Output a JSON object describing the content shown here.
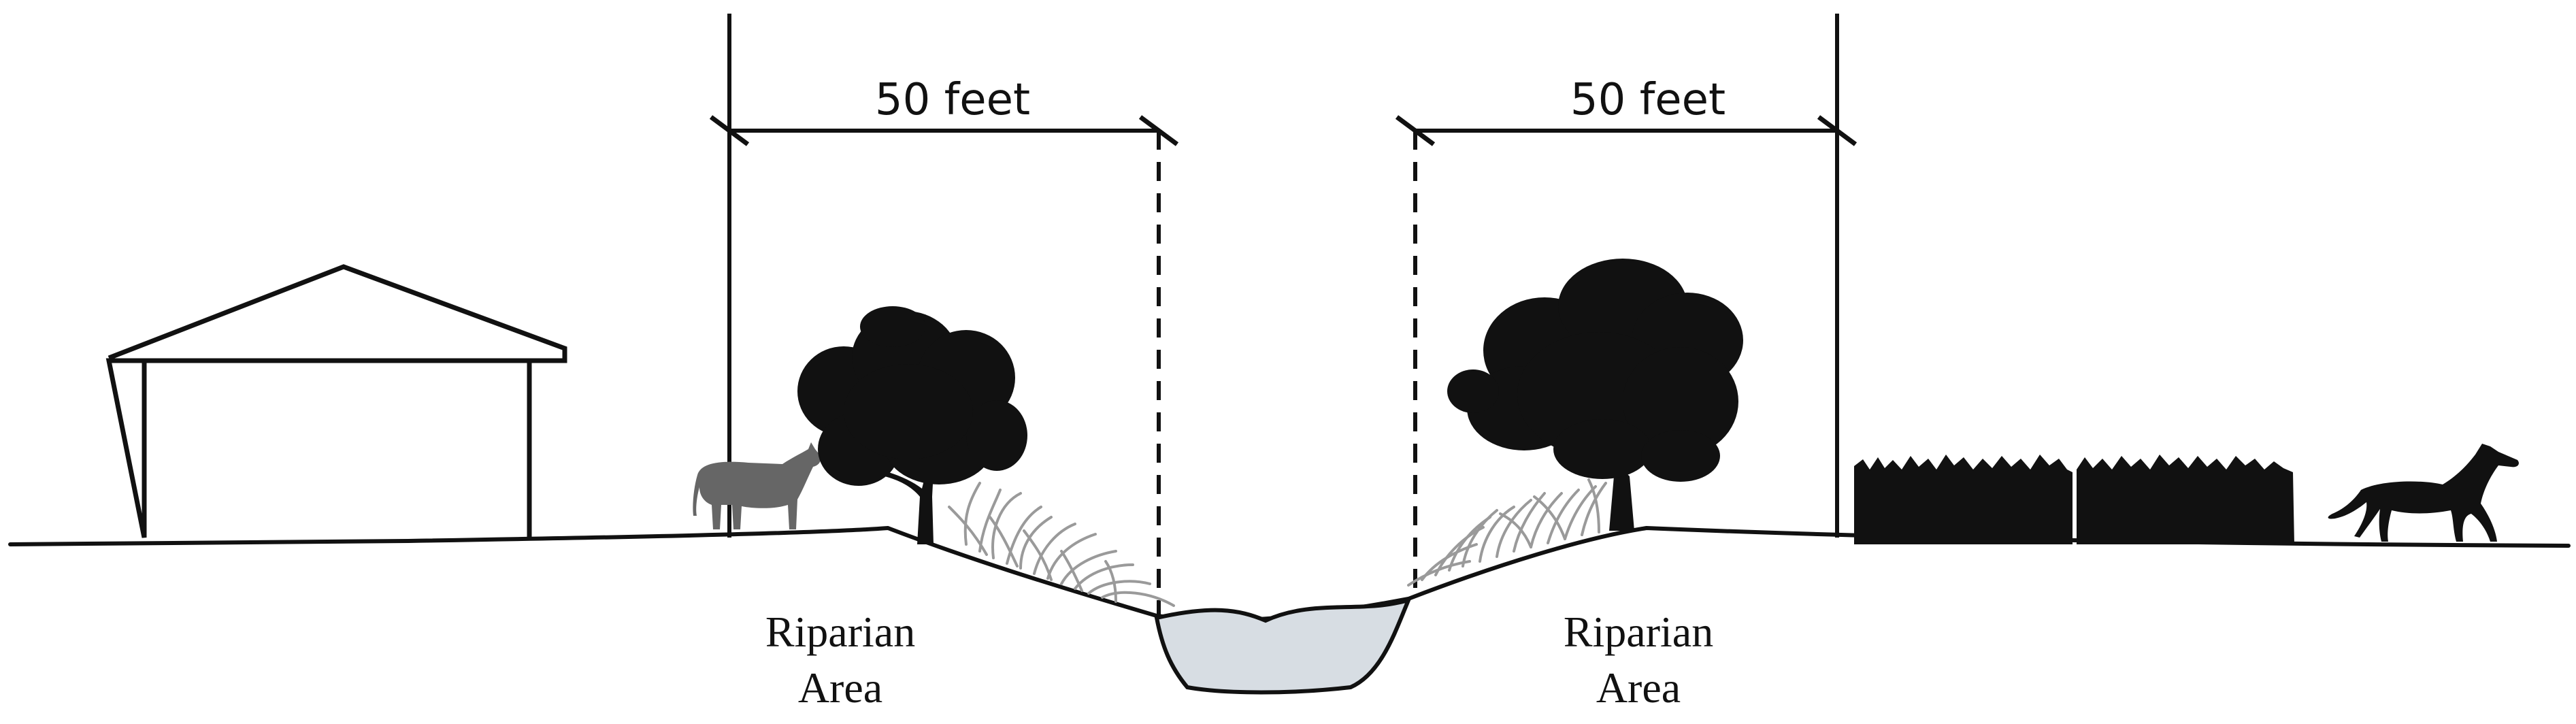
{
  "dimensions": {
    "left": {
      "label": "50 feet"
    },
    "right": {
      "label": "50 feet"
    }
  },
  "labels": {
    "left_area": {
      "line1": "Riparian",
      "line2": "Area"
    },
    "right_area": {
      "line1": "Riparian",
      "line2": "Area"
    }
  },
  "colors": {
    "ink": "#111111",
    "water": "#d7dde3",
    "grass": "#9a9a9a",
    "cow": "#666666"
  }
}
